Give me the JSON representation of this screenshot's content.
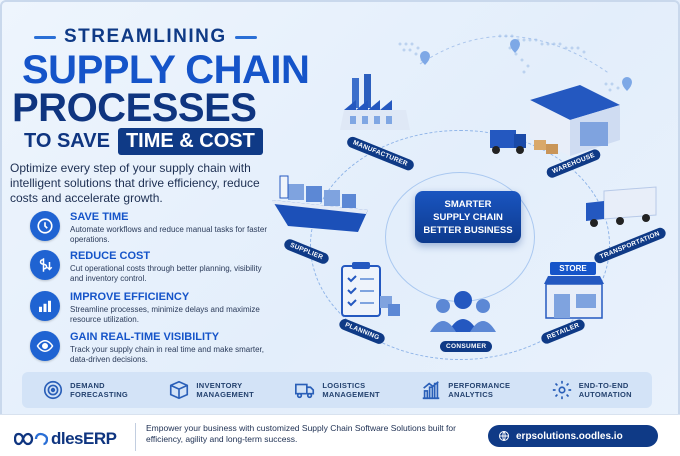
{
  "header": {
    "eyebrow": "STREAMLINING",
    "title_line1": "SUPPLY CHAIN",
    "title_line2": "PROCESSES",
    "to_save": "TO SAVE",
    "highlight": "TIME & COST"
  },
  "intro": "Optimize every step of your supply chain with intelligent solutions that drive efficiency, reduce costs and accelerate growth.",
  "benefits": [
    {
      "title": "SAVE TIME",
      "desc": "Automate workflows and reduce manual tasks for faster operations.",
      "icon": "clock-icon"
    },
    {
      "title": "REDUCE COST",
      "desc": "Cut operational costs through better planning, visibility and inventory control.",
      "icon": "dollar-arrow-icon"
    },
    {
      "title": "IMPROVE EFFICIENCY",
      "desc": "Streamline processes, minimize delays and maximize resource utilization.",
      "icon": "bar-chart-icon"
    },
    {
      "title": "GAIN REAL-TIME VISIBILITY",
      "desc": "Track your supply chain in real time and make smarter, data-driven decisions.",
      "icon": "eye-icon"
    }
  ],
  "diagram": {
    "hub_line1": "SMARTER",
    "hub_line2": "SUPPLY CHAIN",
    "hub_line3": "BETTER BUSINESS",
    "nodes": [
      "MANUFACTURER",
      "WAREHOUSE",
      "SUPPLIER",
      "TRANSPORTATION",
      "PLANNING",
      "CONSUMER",
      "RETAILER"
    ],
    "store_sign": "STORE"
  },
  "features": [
    {
      "line1": "DEMAND",
      "line2": "FORECASTING",
      "icon": "target-icon"
    },
    {
      "line1": "INVENTORY",
      "line2": "MANAGEMENT",
      "icon": "box-icon"
    },
    {
      "line1": "LOGISTICS",
      "line2": "MANAGEMENT",
      "icon": "truck-icon"
    },
    {
      "line1": "PERFORMANCE",
      "line2": "ANALYTICS",
      "icon": "analytics-icon"
    },
    {
      "line1": "END-TO-END",
      "line2": "AUTOMATION",
      "icon": "gear-icon"
    }
  ],
  "footer": {
    "logo_text": "dlesERP",
    "tagline": "Empower your business with customized Supply Chain Software Solutions built for efficiency, agility and long-term success.",
    "url": "erpsolutions.oodles.io"
  },
  "colors": {
    "primary": "#1554c9",
    "navy": "#0f3a86",
    "background": "#e8f1fc"
  }
}
